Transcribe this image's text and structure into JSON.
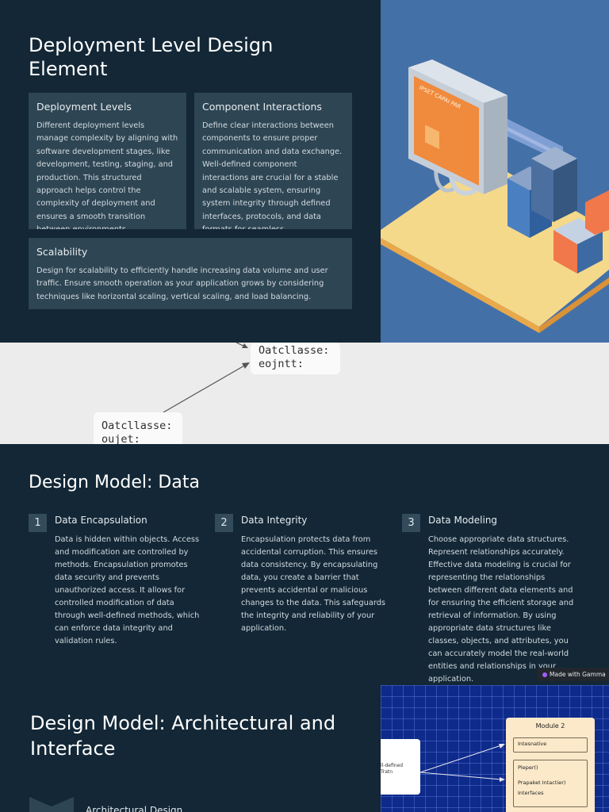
{
  "slide1": {
    "title": "Deployment Level Design Element",
    "cards": [
      {
        "title": "Deployment Levels",
        "body": "Different deployment levels manage complexity by aligning with software development stages, like development, testing, staging, and production. This structured approach helps control the complexity of deployment and ensures a smooth transition between environments."
      },
      {
        "title": "Component Interactions",
        "body": "Define clear interactions between components to ensure proper communication and data exchange. Well-defined component interactions are crucial for a stable and scalable system, ensuring system integrity through defined interfaces, protocols, and data formats for seamless"
      },
      {
        "title": "Scalability",
        "body": "Design for scalability to efficiently handle increasing data volume and user traffic. Ensure smooth operation as your application grows by considering techniques like horizontal scaling, vertical scaling, and load balancing."
      }
    ],
    "illustration": {
      "screen_text": "IPSET CAPAI PAR"
    }
  },
  "band": {
    "box_a": {
      "line1": "Oatcllasse:",
      "line2": "eojntt:"
    },
    "box_b": {
      "line1": "Oatcllasse:",
      "line2": "oujet:"
    }
  },
  "slide2": {
    "title": "Design Model: Data",
    "items": [
      {
        "num": "1",
        "title": "Data Encapsulation",
        "body": "Data is hidden within objects. Access and modification are controlled by methods. Encapsulation promotes data security and prevents unauthorized access. It allows for controlled modification of data through well-defined methods, which can enforce data integrity and validation rules."
      },
      {
        "num": "2",
        "title": "Data Integrity",
        "body": "Encapsulation protects data from accidental corruption. This ensures data consistency. By encapsulating data, you create a barrier that prevents accidental or malicious changes to the data. This safeguards the integrity and reliability of your application."
      },
      {
        "num": "3",
        "title": "Data Modeling",
        "body": "Choose appropriate data structures. Represent relationships accurately. Effective data modeling is crucial for representing the relationships between different data elements and for ensuring the efficient storage and retrieval of information. By using appropriate data structures like classes, objects, and attributes, you can accurately model the real-world entities and relationships in your application."
      }
    ],
    "badge": "Made with Gamma"
  },
  "slide3": {
    "title": "Design Model: Architectural and Interface",
    "first_item_label": "Architectural Design",
    "illustration": {
      "module_title": "Module 2",
      "row1": "Intesnative",
      "row2_lines": [
        "Pleper()",
        "Prapaket Intactier)",
        "Interfaces"
      ],
      "left_text": [
        "ll-defined",
        "Tratn"
      ]
    }
  },
  "colors": {
    "background": "#132736",
    "card": "#2e4553",
    "number_box": "#334b5a",
    "illustration_blue": "#4470a8"
  }
}
